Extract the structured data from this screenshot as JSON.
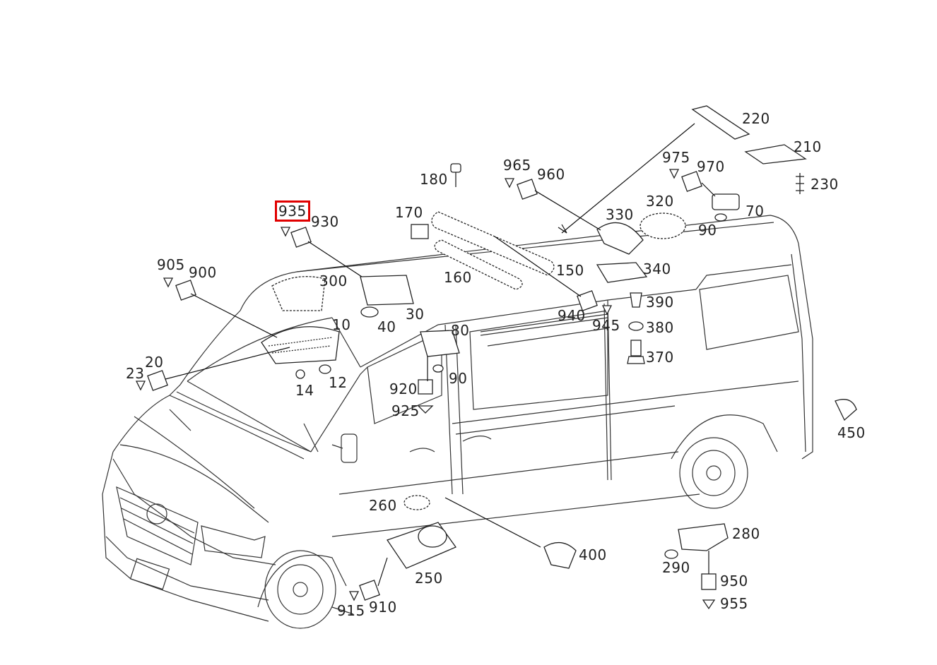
{
  "diagram": {
    "selected_callout": "935",
    "highlight_color": "#e00000",
    "callouts": [
      {
        "key": "c220",
        "text": "220"
      },
      {
        "key": "c210",
        "text": "210"
      },
      {
        "key": "c230",
        "text": "230"
      },
      {
        "key": "c975",
        "text": "975"
      },
      {
        "key": "c970",
        "text": "970"
      },
      {
        "key": "c965",
        "text": "965"
      },
      {
        "key": "c960",
        "text": "960"
      },
      {
        "key": "c180",
        "text": "180"
      },
      {
        "key": "c330",
        "text": "330"
      },
      {
        "key": "c320",
        "text": "320"
      },
      {
        "key": "c70",
        "text": "70"
      },
      {
        "key": "c90a",
        "text": "90"
      },
      {
        "key": "c935",
        "text": "935"
      },
      {
        "key": "c930",
        "text": "930"
      },
      {
        "key": "c170",
        "text": "170"
      },
      {
        "key": "c160",
        "text": "160"
      },
      {
        "key": "c150",
        "text": "150"
      },
      {
        "key": "c340",
        "text": "340"
      },
      {
        "key": "c905",
        "text": "905"
      },
      {
        "key": "c900",
        "text": "900"
      },
      {
        "key": "c300",
        "text": "300"
      },
      {
        "key": "c390",
        "text": "390"
      },
      {
        "key": "c940",
        "text": "940"
      },
      {
        "key": "c945",
        "text": "945"
      },
      {
        "key": "c380",
        "text": "380"
      },
      {
        "key": "c30",
        "text": "30"
      },
      {
        "key": "c40",
        "text": "40"
      },
      {
        "key": "c10",
        "text": "10"
      },
      {
        "key": "c80",
        "text": "80"
      },
      {
        "key": "c370",
        "text": "370"
      },
      {
        "key": "c20",
        "text": "20"
      },
      {
        "key": "c23",
        "text": "23"
      },
      {
        "key": "c90b",
        "text": "90"
      },
      {
        "key": "c12",
        "text": "12"
      },
      {
        "key": "c14",
        "text": "14"
      },
      {
        "key": "c920",
        "text": "920"
      },
      {
        "key": "c925",
        "text": "925"
      },
      {
        "key": "c450",
        "text": "450"
      },
      {
        "key": "c260",
        "text": "260"
      },
      {
        "key": "c400",
        "text": "400"
      },
      {
        "key": "c280",
        "text": "280"
      },
      {
        "key": "c290",
        "text": "290"
      },
      {
        "key": "c250",
        "text": "250"
      },
      {
        "key": "c950",
        "text": "950"
      },
      {
        "key": "c955",
        "text": "955"
      },
      {
        "key": "c910",
        "text": "910"
      },
      {
        "key": "c915",
        "text": "915"
      }
    ]
  }
}
